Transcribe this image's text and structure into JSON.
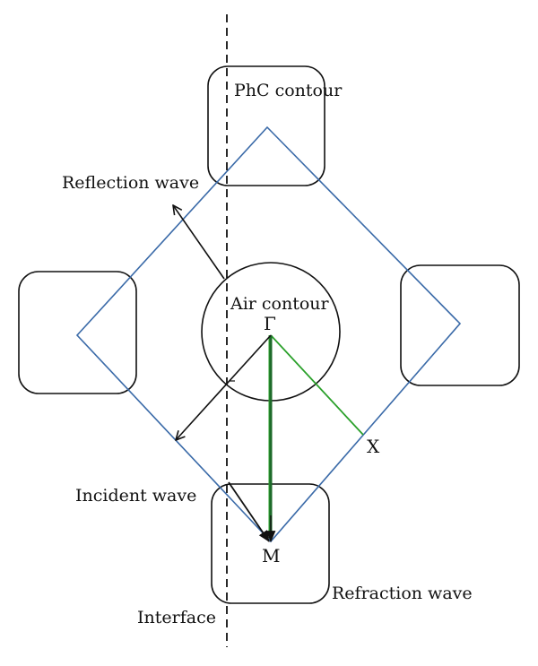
{
  "labels": {
    "phc_contour": "PhC contour",
    "reflection_wave": "Reflection wave",
    "air_contour": "Air contour",
    "gamma": "Γ",
    "x_point": "X",
    "m_point": "M",
    "incident_wave": "Incident wave",
    "refraction_wave": "Refraction wave",
    "interface": "Interface"
  },
  "colors": {
    "diamond": "#3a6aa8",
    "green": "#2aa02a",
    "dark_green": "#1d6b2a",
    "ink": "#111111"
  }
}
